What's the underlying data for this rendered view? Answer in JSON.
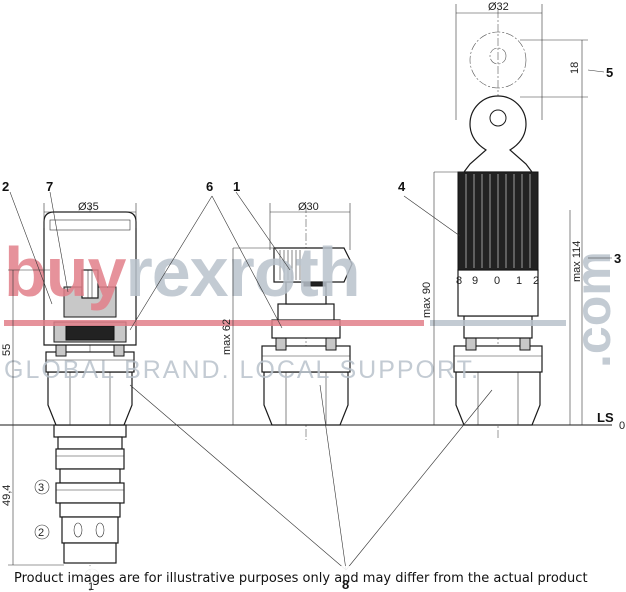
{
  "watermark": {
    "brand_part1": "buy",
    "brand_part2": "rexroth",
    "domain": ".com",
    "tagline": "GLOBAL BRAND. LOCAL SUPPORT.",
    "color_red": "#e2808a",
    "color_grey": "#b9c2cc"
  },
  "callouts": {
    "c1": "1",
    "c2": "2",
    "c3": "3",
    "c4": "4",
    "c5": "5",
    "c6": "6",
    "c7": "7",
    "c8": "8",
    "ls": "LS",
    "ls_zero": "0"
  },
  "dimensions": {
    "d35": "Ø35",
    "d30": "Ø30",
    "d32": "Ø32",
    "h55": "55",
    "h49": "49,4",
    "max62": "max 62",
    "max90": "max 90",
    "max114": "max 114",
    "h18": "18"
  },
  "ports": {
    "p3": "3",
    "p2": "2",
    "p1": "1"
  },
  "scale": {
    "s8": "8",
    "s9": "9",
    "s0": "0",
    "s1": "1",
    "s2": "2"
  },
  "footer": {
    "disclaimer": "Product images are for illustrative purposes only and may differ from the actual product"
  }
}
